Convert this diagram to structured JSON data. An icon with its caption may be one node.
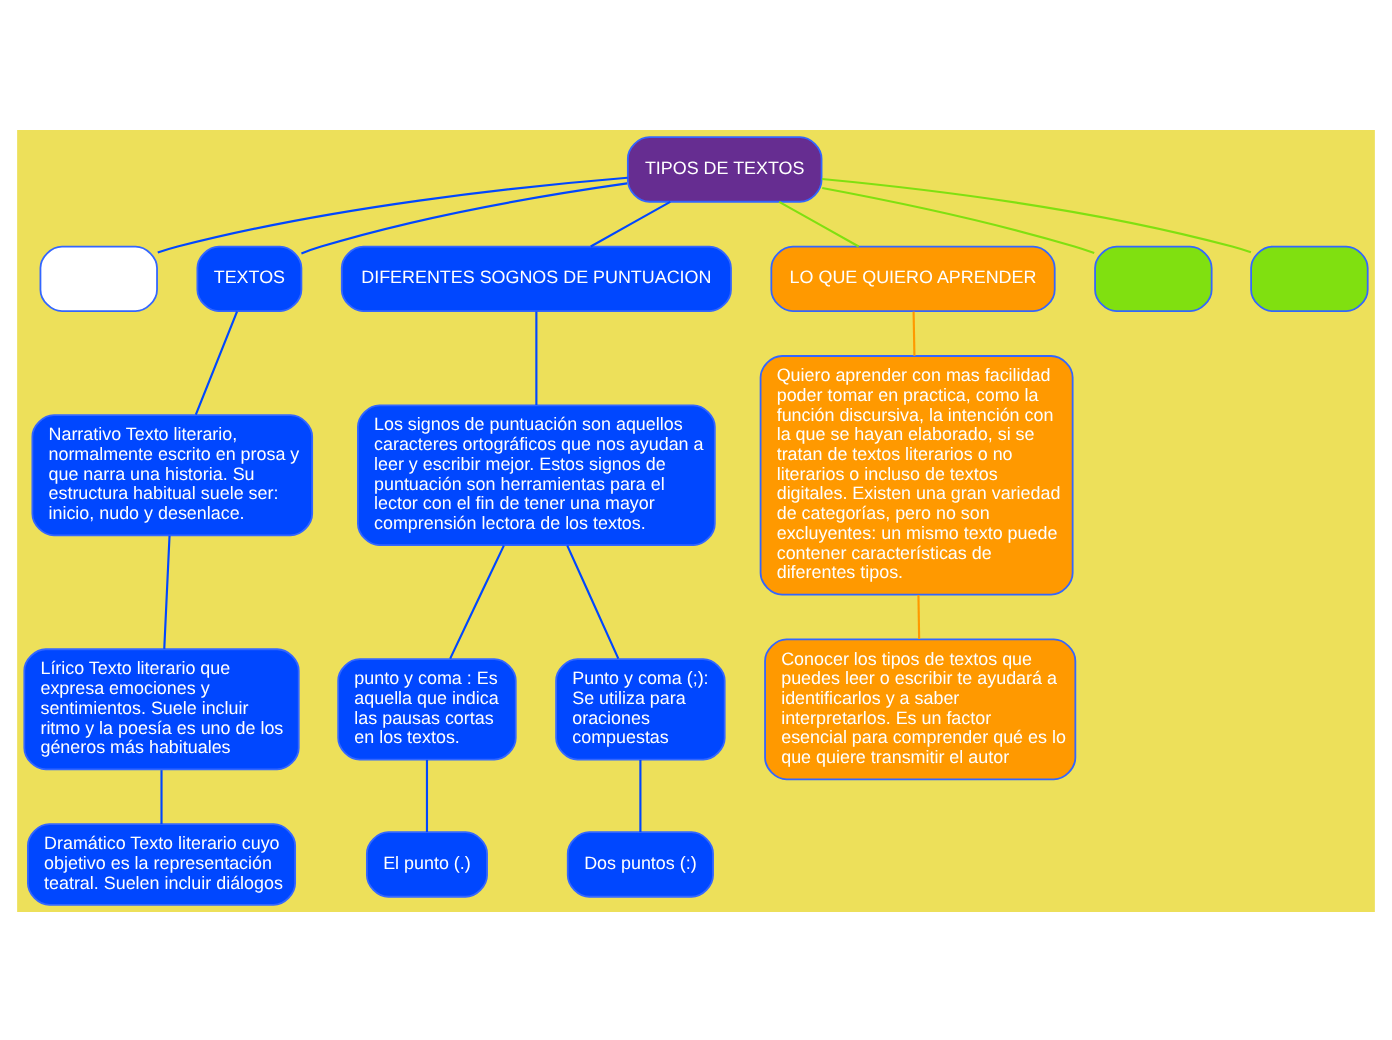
{
  "diagram": {
    "nodes": [
      {
        "text": [
          "TIPOS DE TEXTOS"
        ]
      },
      {
        "text": [],
        "shape": "box"
      },
      {
        "text": [
          "TEXTOS"
        ]
      },
      {
        "text": [
          "DIFERENTES SOGNOS DE PUNTUACION"
        ]
      },
      {
        "text": [
          "LO QUE QUIERO APRENDER"
        ]
      },
      {
        "text": [],
        "shape": "box"
      },
      {
        "text": [],
        "shape": "box"
      },
      {
        "text": [
          "Narrativo Texto literario, normalmente escrito en prosa y que narra una historia. Su estructura habitual suele ser: inicio, nudo y desenlace."
        ]
      },
      {
        "text": [
          "Lírico Texto literario que expresa emociones y sentimientos. Suele incluir ritmo y la poesía es uno de los géneros más habituales"
        ]
      },
      {
        "text": [
          "Dramático Texto literario cuyo objetivo es la representación teatral. Suelen incluir diálogos"
        ]
      },
      {
        "text": [
          "Los signos de puntuación son aquellos caracteres ortográficos que nos ayudan a leer y escribir mejor. Estos signos de puntuación son herramientas para el lector con el fin de tener una mayor comprensión lectora de los textos."
        ]
      },
      {
        "text": [
          "punto y coma : Es aquella que indica las pausas cortas en los textos."
        ]
      },
      {
        "text": [
          "Punto y coma (;): Se utiliza para oraciones compuestas"
        ]
      },
      {
        "text": [
          "El punto (.)"
        ]
      },
      {
        "text": [
          "Dos puntos (:)"
        ]
      },
      {
        "text": [
          "Quiero aprender con mas facilidad poder tomar en practica, como la función discursiva, la intención con la que se hayan elaborado, si se tratan de textos literarios o no literarios o incluso de textos digitales. Existen una gran variedad de categorías, pero no son excluyentes: un mismo texto puede contener características de diferentes tipos."
        ]
      },
      {
        "text": [
          "Conocer los tipos de textos que puedes leer o escribir te ayudará a identificarlos y a saber interpretarlos. Es un factor esencial para comprender qué es lo que quiere transmitir el autor"
        ]
      }
    ],
    "edges": [
      {
        "from": 0,
        "to": 1,
        "arrow": "none"
      },
      {
        "from": 0,
        "to": 2,
        "arrow": "none"
      },
      {
        "from": 0,
        "to": 3,
        "arrow": "none"
      },
      {
        "from": 0,
        "to": 4,
        "arrow": "none",
        "color": "#80e010"
      },
      {
        "from": 0,
        "to": 5,
        "arrow": "none",
        "color": "#80e010"
      },
      {
        "from": 0,
        "to": 6,
        "arrow": "none",
        "color": "#80e010"
      },
      {
        "from": 2,
        "to": 7,
        "arrow": "none"
      },
      {
        "from": 7,
        "to": 8,
        "arrow": "none"
      },
      {
        "from": 8,
        "to": 9,
        "arrow": "none"
      },
      {
        "from": 3,
        "to": 10,
        "arrow": "none"
      },
      {
        "from": 10,
        "to": 11,
        "arrow": "none"
      },
      {
        "from": 10,
        "to": 12,
        "arrow": "none"
      },
      {
        "from": 11,
        "to": 13,
        "arrow": "none"
      },
      {
        "from": 12,
        "to": 14,
        "arrow": "none"
      },
      {
        "from": 4,
        "to": 15,
        "arrow": "none",
        "color": "#ff9900"
      },
      {
        "from": 15,
        "to": 16,
        "arrow": "none",
        "color": "#ff9900"
      }
    ]
  }
}
